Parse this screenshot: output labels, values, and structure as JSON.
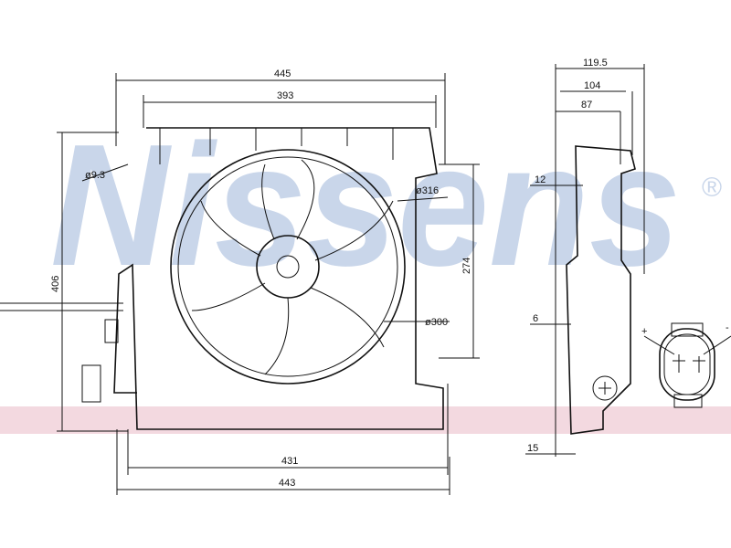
{
  "watermark": {
    "brand": "Nissens",
    "registered": "®",
    "color": "#c9d6ea",
    "band_color": "#f3d9e0"
  },
  "front_view": {
    "dims": {
      "width_top_outer": "445",
      "width_top_inner": "393",
      "hole_dia": "ø9.3",
      "fan_dia_outer": "ø316",
      "fan_dia_inner": "ø300",
      "height_inner": "274",
      "height_outer": "406",
      "width_bottom_inner": "431",
      "width_bottom_outer": "443"
    }
  },
  "side_view": {
    "dims": {
      "depth_total": "119.5",
      "depth_104": "104",
      "depth_87": "87",
      "d12": "12",
      "d6": "6",
      "d15": "15"
    }
  },
  "connector": {
    "plus_label": "+",
    "minus_label": "-"
  }
}
